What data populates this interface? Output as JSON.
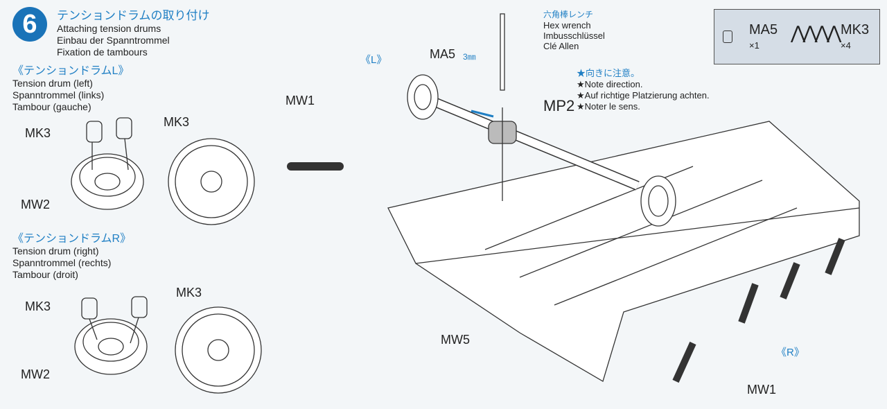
{
  "step": {
    "number": "6",
    "title_jp": "テンションドラムの取り付け",
    "title_en": "Attaching tension drums",
    "title_de": "Einbau der Spanntrommel",
    "title_fr": "Fixation de tambours"
  },
  "left_drum": {
    "heading_jp": "《テンションドラムL》",
    "en": "Tension drum (left)",
    "de": "Spanntrommel (links)",
    "fr": "Tambour (gauche)",
    "labels": [
      "MK3",
      "MK3",
      "MW2"
    ]
  },
  "right_drum": {
    "heading_jp": "《テンションドラムR》",
    "en": "Tension drum (right)",
    "de": "Spanntrommel (rechts)",
    "fr": "Tambour (droit)",
    "labels": [
      "MK3",
      "MK3",
      "MW2"
    ]
  },
  "wrench": {
    "jp": "六角棒レンチ",
    "en": "Hex wrench",
    "de": "Imbusschlüssel",
    "fr": "Clé Allen"
  },
  "note": {
    "jp": "★向きに注意。",
    "en": "★Note direction.",
    "de": "★Auf richtige Platzierung achten.",
    "fr": "★Noter le sens."
  },
  "parts_box": {
    "part1": "MA5",
    "qty1": "×1",
    "part2": "MK3",
    "qty2": "×4"
  },
  "main_labels": {
    "L": "《L》",
    "R": "《R》",
    "MA5": "MA5",
    "MA5_size": "3㎜",
    "MP2": "MP2",
    "MW1_top": "MW1",
    "MW1_bottom": "MW1",
    "MW5": "MW5"
  }
}
